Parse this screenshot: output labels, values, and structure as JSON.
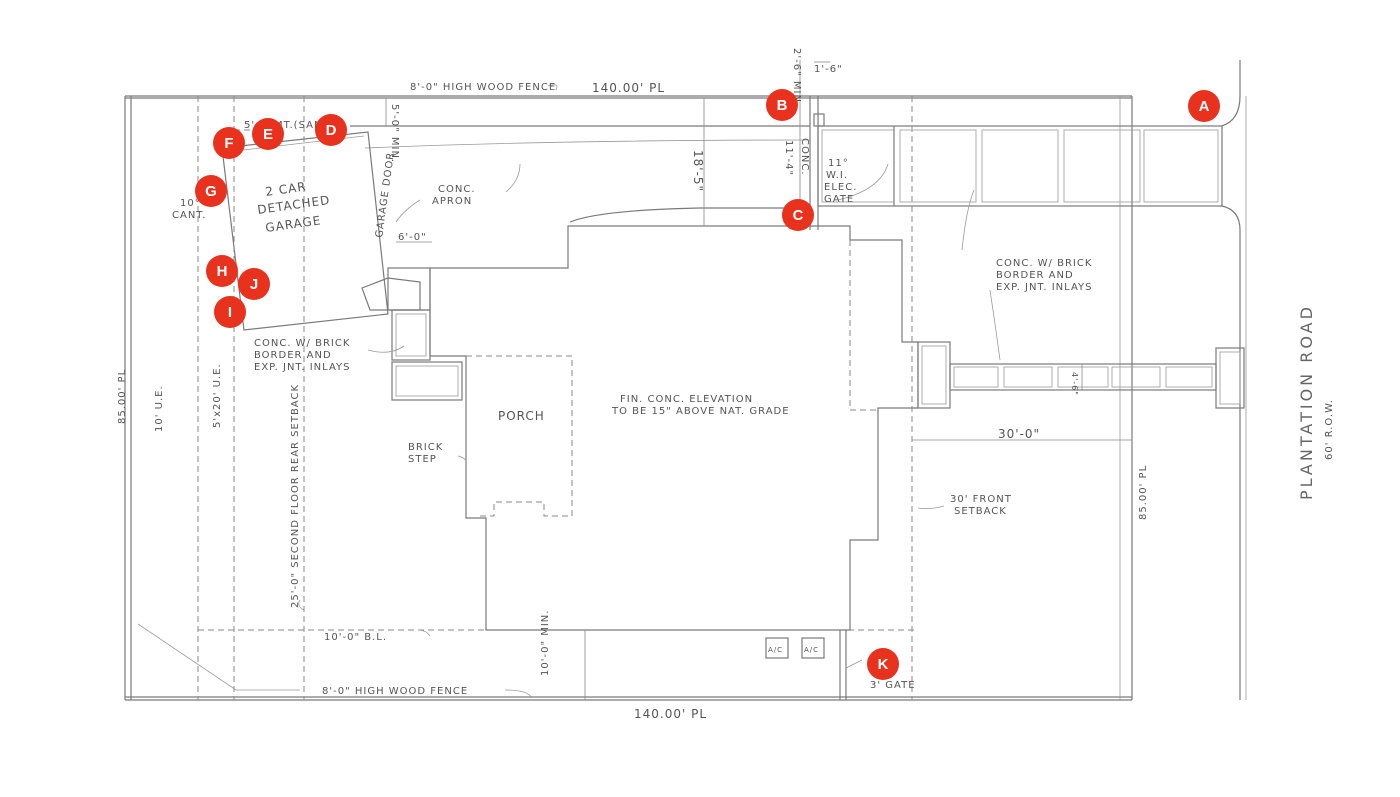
{
  "labels": {
    "fence_top": "8'-0\" HIGH WOOD FENCE",
    "width_top": "140.00' PL",
    "width_bottom": "140.00' PL",
    "fence_bottom": "8'-0\" HIGH WOOD FENCE",
    "depth_left": "85.00' PL",
    "depth_right": "85.00' PL",
    "garage": [
      "2 CAR",
      "DETACHED",
      "GARAGE"
    ],
    "garage_door": "GARAGE DOOR",
    "cant": [
      "10°",
      "CANT."
    ],
    "setback_5": "5'-0\" MIN.",
    "setback_2": "2'-6\" MIN.",
    "gate_1_6": "1'-6\"",
    "easement_top": "5' ESMT.(SAN.)",
    "apron": [
      "CONC.",
      "APRON"
    ],
    "six_ft": "6'-0\"",
    "depth_18": "18'-5\"",
    "conc_11_4": "11'-4\"",
    "conc_side": "CONC.",
    "gate_wi": [
      "11°",
      "W.I.",
      "ELEC.",
      "GATE"
    ],
    "walk_right": [
      "CONC. W/ BRICK",
      "BORDER AND",
      "EXP. JNT. INLAYS"
    ],
    "walk_left": [
      "CONC. W/ BRICK",
      "BORDER AND",
      "EXP. JNT. INLAYS"
    ],
    "porch": "PORCH",
    "slab": [
      "FIN. CONC. ELEVATION",
      "TO BE 15\" ABOVE NAT. GRADE"
    ],
    "brick_step": [
      "BRICK",
      "STEP"
    ],
    "thirty": "30'-0\"",
    "front_setback": [
      "30' FRONT",
      "SETBACK"
    ],
    "ue": "10' U.E.",
    "ue2": "5'x20' U.E.",
    "rear_setback": "25'-0\" SECOND FLOOR REAR SETBACK",
    "bl": "10'-0\" B.L.",
    "min_10": "10'-0\" MIN.",
    "ac1": "A/C",
    "ac2": "A/C",
    "three_gate": "3' GATE",
    "four_six": "4'-6\"",
    "road": "PLANTATION ROAD",
    "row": "60' R.O.W."
  },
  "markers": [
    {
      "id": "A",
      "label": "A"
    },
    {
      "id": "B",
      "label": "B"
    },
    {
      "id": "C",
      "label": "C"
    },
    {
      "id": "D",
      "label": "D"
    },
    {
      "id": "E",
      "label": "E"
    },
    {
      "id": "F",
      "label": "F"
    },
    {
      "id": "G",
      "label": "G"
    },
    {
      "id": "H",
      "label": "H"
    },
    {
      "id": "I",
      "label": "I"
    },
    {
      "id": "J",
      "label": "J"
    },
    {
      "id": "K",
      "label": "K"
    }
  ],
  "colors": {
    "marker": "#e8321e",
    "line": "#7a7a7a"
  }
}
